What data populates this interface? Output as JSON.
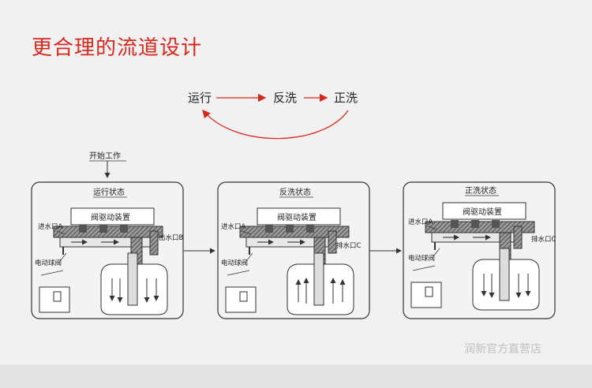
{
  "title": "更合理的流道设计",
  "cycle": {
    "step1": "运行",
    "step2": "反洗",
    "step3": "正洗",
    "arrow_color": "#d8281e"
  },
  "start_label": "开始工作",
  "panels": [
    {
      "state": "运行状态",
      "valve_label": "阀驱动装置",
      "inlet_label": "进水口A",
      "outlet_label": "出水口B",
      "ball_valve_label": "电动球阀"
    },
    {
      "state": "反洗状态",
      "valve_label": "阀驱动装置",
      "inlet_label": "进水口A",
      "outlet_label": "排水口C",
      "ball_valve_label": "电动球阀"
    },
    {
      "state": "正洗状态",
      "valve_label": "阀驱动装置",
      "inlet_label": "进水口A",
      "outlet_label": "排水口C",
      "ball_valve_label": "电动球阀"
    }
  ],
  "watermark": "润新官方直营店"
}
